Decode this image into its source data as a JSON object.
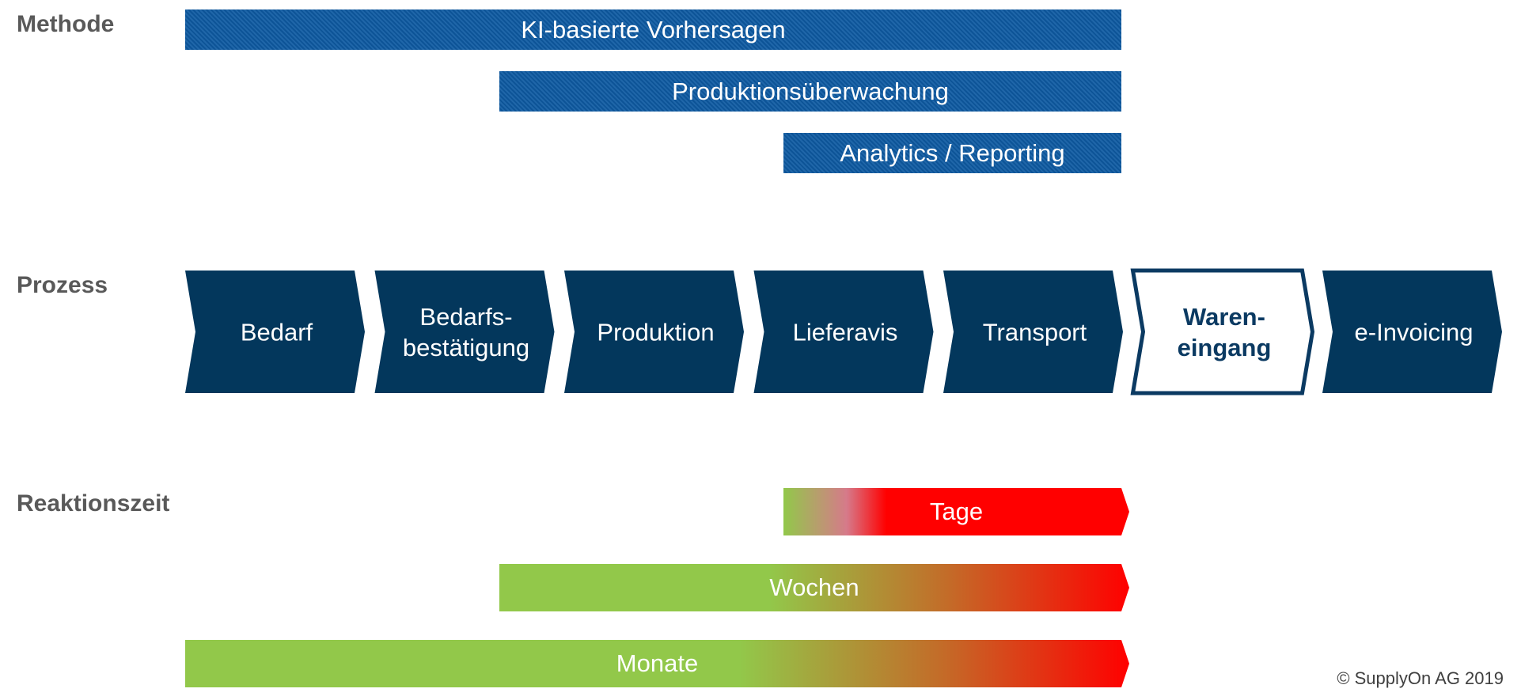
{
  "labels": {
    "methode": "Methode",
    "prozess": "Prozess",
    "reaktionszeit": "Reaktionszeit"
  },
  "methods": [
    "KI-basierte Vorhersagen",
    "Produktionsüberwachung",
    "Analytics / Reporting"
  ],
  "process_steps": [
    {
      "lines": [
        "Bedarf"
      ],
      "highlighted": false
    },
    {
      "lines": [
        "Bedarfs-",
        "bestätigung"
      ],
      "highlighted": false
    },
    {
      "lines": [
        "Produktion"
      ],
      "highlighted": false
    },
    {
      "lines": [
        "Lieferavis"
      ],
      "highlighted": false
    },
    {
      "lines": [
        "Transport"
      ],
      "highlighted": false
    },
    {
      "lines": [
        "Waren-",
        "eingang"
      ],
      "highlighted": true
    },
    {
      "lines": [
        "e-Invoicing"
      ],
      "highlighted": false
    }
  ],
  "reaction_times": [
    "Tage",
    "Wochen",
    "Monate"
  ],
  "colors": {
    "method_blue": "#0e5aa2",
    "process_navy": "#03375c",
    "highlight_outline": "#0b3a62",
    "green": "#92c84a",
    "red": "#ff0000",
    "label_gray": "#595959"
  },
  "footer": "© SupplyOn AG 2019"
}
